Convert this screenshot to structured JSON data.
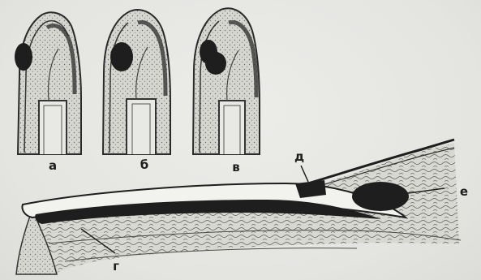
{
  "figure": {
    "labels": {
      "a": "а",
      "b": "б",
      "v": "в",
      "g": "г",
      "d": "д",
      "e": "е"
    }
  }
}
